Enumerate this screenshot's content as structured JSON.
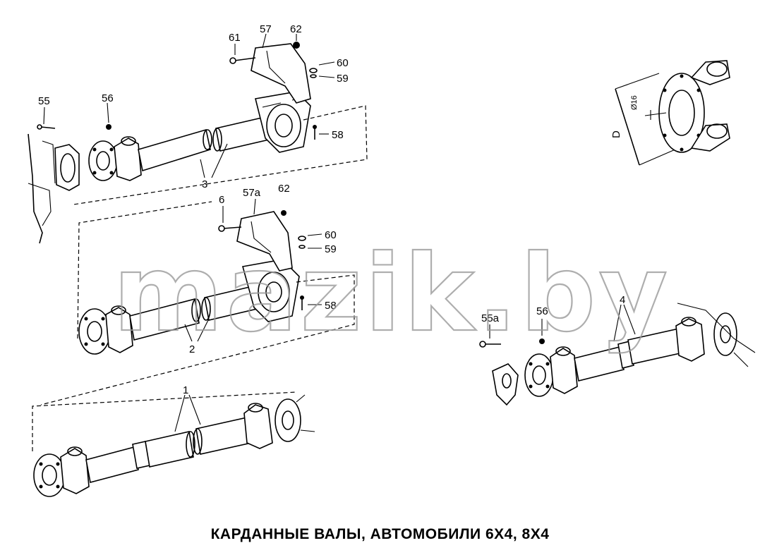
{
  "title": "КАРДАННЫЕ ВАЛЫ, АВТОМОБИЛИ 6Х4, 8Х4",
  "watermark": "mazik.by",
  "callouts": {
    "top": {
      "c61": "61",
      "c57": "57",
      "c62": "62",
      "c60": "60",
      "c59": "59",
      "c55": "55",
      "c56": "56",
      "c58": "58",
      "c3": "3"
    },
    "middle": {
      "c6": "6",
      "c57a": "57а",
      "c62": "62",
      "c60": "60",
      "c59": "59",
      "c58": "58",
      "c2": "2"
    },
    "bottom": {
      "c1": "1"
    },
    "right": {
      "c55a": "55а",
      "c56": "56",
      "c4": "4"
    },
    "detail": {
      "c_d": "D",
      "c_d16": "Ø16"
    }
  },
  "colors": {
    "line": "#000000",
    "watermark": "#9a9a9a",
    "background": "#ffffff"
  }
}
